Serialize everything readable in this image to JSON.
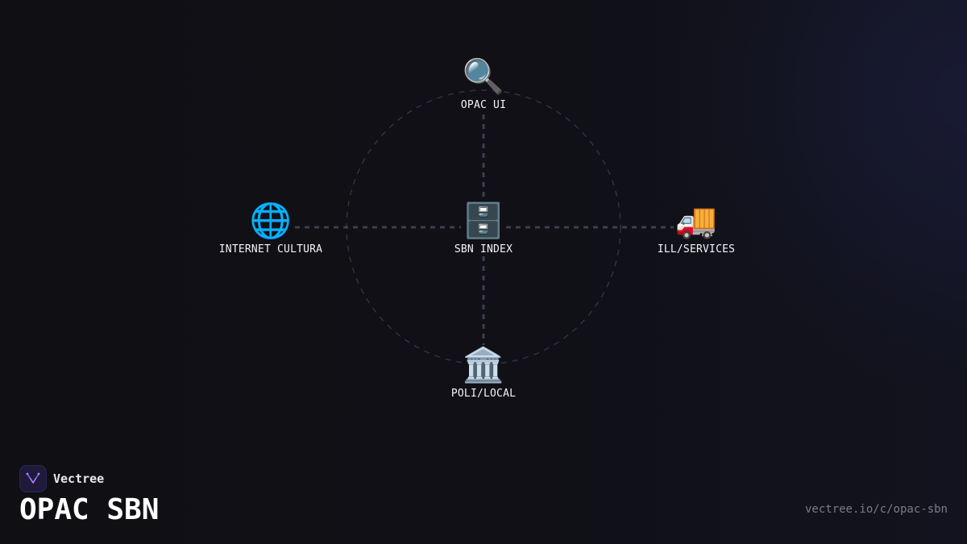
{
  "brand": {
    "name": "Vectree",
    "logo_icon": "vectree-logo-icon",
    "accent_color": "#8b5cf6"
  },
  "title": "OPAC SBN",
  "url": "vectree.io/c/opac-sbn",
  "diagram": {
    "line_color": "#3a4150",
    "ring_color": "#2e3442",
    "nodes": {
      "top": {
        "label": "OPAC UI",
        "icon": "🔍",
        "icon_name": "magnifier-icon"
      },
      "left": {
        "label": "INTERNET CULTURA",
        "icon": "🌐",
        "icon_name": "globe-icon"
      },
      "center": {
        "label": "SBN INDEX",
        "icon": "🗄️",
        "icon_name": "file-cabinet-icon"
      },
      "right": {
        "label": "ILL/SERVICES",
        "icon": "🚚",
        "icon_name": "delivery-truck-icon"
      },
      "bottom": {
        "label": "POLI/LOCAL",
        "icon": "🏛️",
        "icon_name": "classical-building-icon"
      }
    }
  }
}
